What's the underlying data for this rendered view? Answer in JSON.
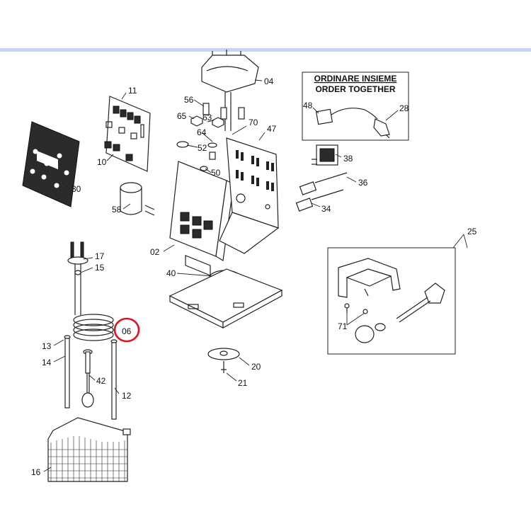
{
  "order_box": {
    "title_it": "ORDINARE INSIEME",
    "title_en": "ORDER TOGETHER"
  },
  "callouts": {
    "c02": "02",
    "c04": "04",
    "c06": "06",
    "c10": "10",
    "c11": "11",
    "c12": "12",
    "c13": "13",
    "c14": "14",
    "c15": "15",
    "c16": "16",
    "c17": "17",
    "c20": "20",
    "c21": "21",
    "c25": "25",
    "c28": "28",
    "c30": "30",
    "c34": "34",
    "c36": "36",
    "c38": "38",
    "c40": "40",
    "c42": "42",
    "c47": "47",
    "c48": "48",
    "c50": "50",
    "c52": "52",
    "c56": "56",
    "c58": "58",
    "c63": "63",
    "c64": "64",
    "c65": "65",
    "c70": "70",
    "c71": "71"
  },
  "highlight": {
    "part": "06",
    "color": "#e0141e"
  },
  "colors": {
    "topbar": "#c9d3f2",
    "line": "#222222"
  }
}
